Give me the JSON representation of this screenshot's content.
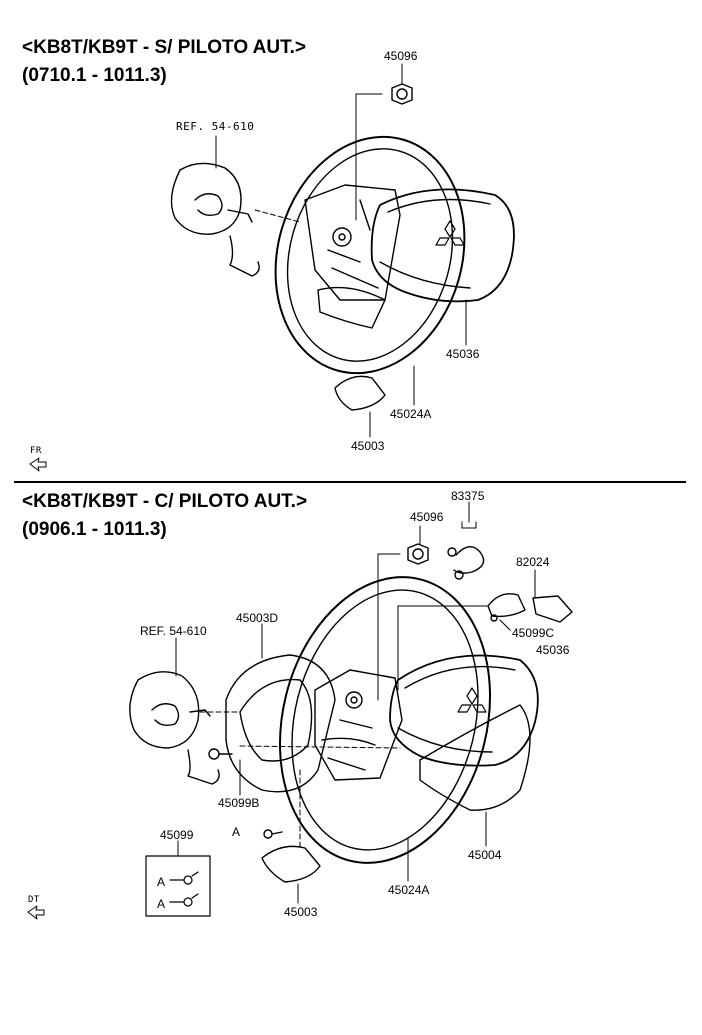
{
  "section1": {
    "title": "<KB8T/KB9T - S/ PILOTO AUT.>",
    "date_range": "(0710.1 - 1011.3)",
    "parts": {
      "nut": "45096",
      "ref": "REF. 54-610",
      "airbag": "45036",
      "wheel": "45024A",
      "cover": "45003"
    },
    "orientation_label": "FR"
  },
  "section2": {
    "title": "<KB8T/KB9T - C/ PILOTO AUT.>",
    "date_range": "(0906.1 - 1011.3)",
    "parts": {
      "harness": "83375",
      "nut": "45096",
      "switch": "82024",
      "cover_back": "45003D",
      "ref": "REF. 54-610",
      "screw_c": "45099C",
      "airbag": "45036",
      "screw_b": "45099B",
      "callout_a": "A",
      "lower_cover": "45004",
      "screw_set": "45099",
      "box_a1": "A",
      "box_a2": "A",
      "wheel": "45024A",
      "cover": "45003"
    },
    "orientation_label": "DT"
  },
  "colors": {
    "line": "#000000",
    "background": "#ffffff"
  }
}
